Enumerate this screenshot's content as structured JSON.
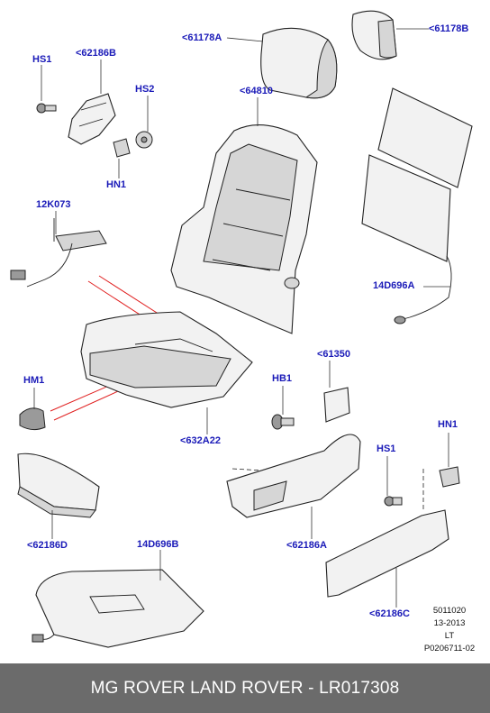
{
  "labels": {
    "headrest_a": "<61178A",
    "headrest_b": "<61178B",
    "hs1_top": "HS1",
    "bracket_b": "<62186B",
    "hs2": "HS2",
    "hn1_left": "HN1",
    "backrest": "<64810",
    "cover_cable": "12K073",
    "cushion": "<632A22",
    "heater_back": "14D696A",
    "cover_61350": "<61350",
    "hb1": "HB1",
    "hm1": "HM1",
    "hn1_right": "HN1",
    "hs1_right": "HS1",
    "trim_d": "<62186D",
    "heater_cushion": "14D696B",
    "trim_a": "<62186A",
    "trim_c": "<62186C"
  },
  "reference": {
    "line1": "5011020",
    "line2": "13-2013",
    "line3": "LT",
    "line4": "P0206711-02"
  },
  "footer": {
    "text": "MG ROVER LAND ROVER - LR017308"
  },
  "colors": {
    "label": "#1a1ab8",
    "footer_bg": "#6b6b6b",
    "highlight": "#e02020"
  }
}
